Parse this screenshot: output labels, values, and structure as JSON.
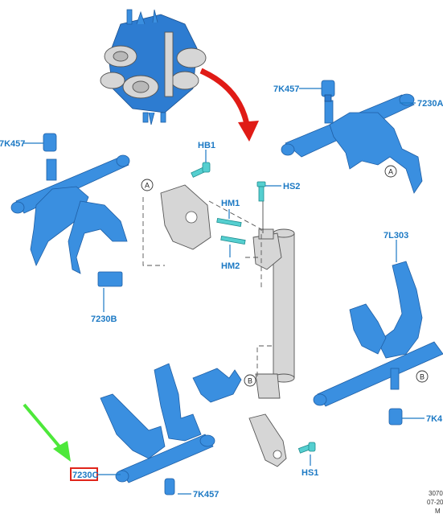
{
  "callouts": {
    "hb1": "HB1",
    "hs2": "HS2",
    "hm1": "HM1",
    "hm2": "HM2",
    "hs1": "HS1",
    "k457_top_right": "7K457",
    "k457_left": "7K457",
    "k457_bottom_right": "7K4",
    "k457_bottom": "7K457",
    "f7230a": "7230A",
    "f7230b": "7230B",
    "f7230c": "7230C",
    "l303": "7L303"
  },
  "markers": {
    "a1": "A",
    "a2": "A",
    "b1": "B",
    "b2": "B"
  },
  "reference": {
    "line1": "3070",
    "line2": "07-20",
    "line3": "M"
  },
  "colors": {
    "callout_text": "#1c79c4",
    "part_blue": "#3a8fe0",
    "selection_box": "#e0251b",
    "arrow_red": "#e01b16",
    "arrow_green": "#4de83a"
  }
}
